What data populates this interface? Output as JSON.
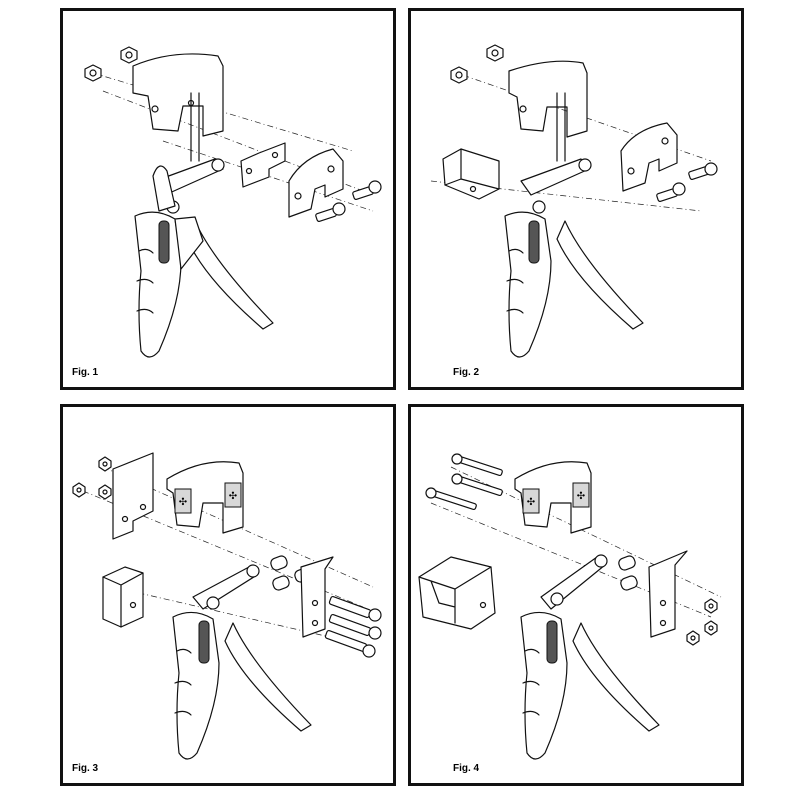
{
  "figures": [
    {
      "label": "Fig. 1"
    },
    {
      "label": "Fig. 2"
    },
    {
      "label": "Fig. 3"
    },
    {
      "label": "Fig. 4"
    }
  ]
}
